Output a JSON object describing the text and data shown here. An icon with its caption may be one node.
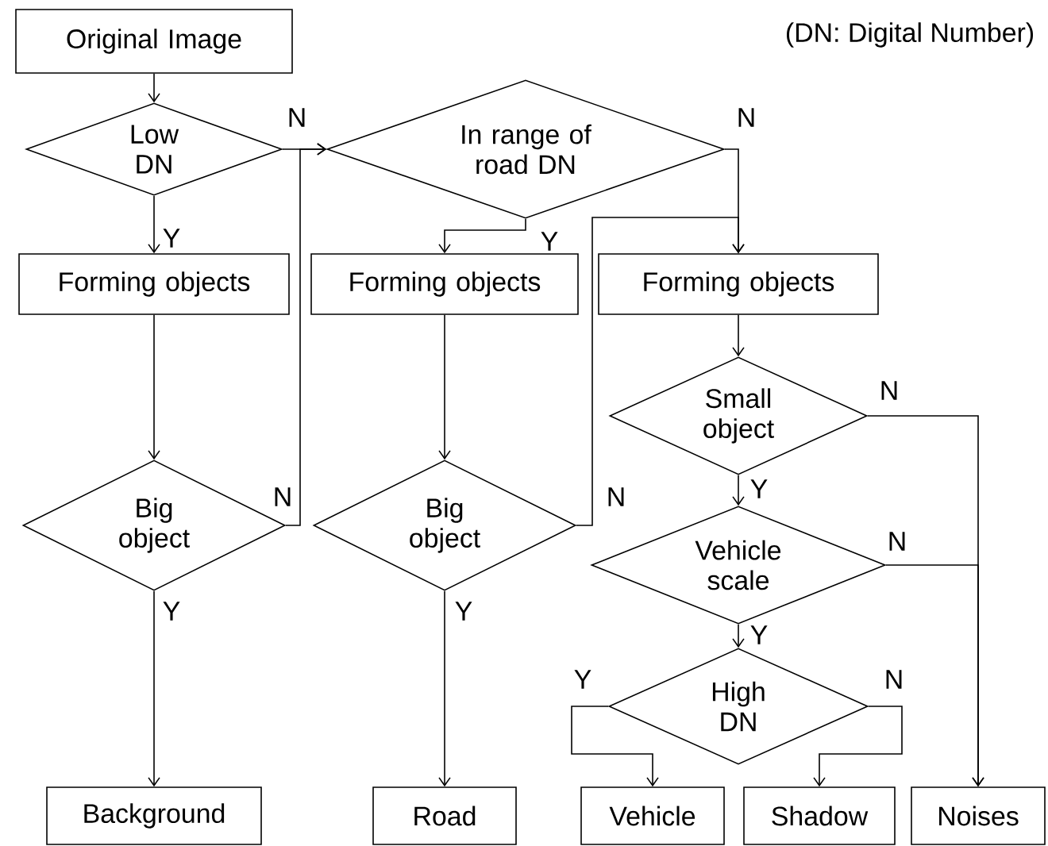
{
  "diagram": {
    "nodes": [
      {
        "text": [
          "Original Image"
        ]
      },
      {
        "text": [
          "Low DN"
        ]
      },
      {
        "text": [
          "In range of road DN"
        ]
      },
      {
        "text": [
          "Forming objects"
        ]
      },
      {
        "text": [
          "Forming objects"
        ]
      },
      {
        "text": [
          "Forming objects"
        ]
      },
      {
        "text": [
          "Big object"
        ]
      },
      {
        "text": [
          "Big object"
        ]
      },
      {
        "text": [
          "Small object"
        ]
      },
      {
        "text": [
          "Vehicle scale"
        ]
      },
      {
        "text": [
          "High DN"
        ]
      },
      {
        "text": [
          "Background"
        ]
      },
      {
        "text": [
          "Road"
        ]
      },
      {
        "text": [
          "Vehicle"
        ]
      },
      {
        "text": [
          "Shadow"
        ]
      },
      {
        "text": [
          "Noises"
        ]
      }
    ],
    "edges": [
      {
        "from": 0,
        "to": 1,
        "arrow": "to"
      },
      {
        "from": 1,
        "to": 3,
        "arrow": "to",
        "label": "Y"
      },
      {
        "from": 1,
        "to": 2,
        "arrow": "to",
        "label": "N"
      },
      {
        "from": 6,
        "to": 2,
        "arrow": "to",
        "label": "N"
      },
      {
        "from": 2,
        "to": 4,
        "arrow": "to",
        "label": "Y"
      },
      {
        "from": 2,
        "to": 5,
        "arrow": "to",
        "label": "N"
      },
      {
        "from": 7,
        "to": 5,
        "arrow": "to",
        "label": "N"
      },
      {
        "from": 3,
        "to": 6,
        "arrow": "to"
      },
      {
        "from": 4,
        "to": 7,
        "arrow": "to"
      },
      {
        "from": 5,
        "to": 8,
        "arrow": "to"
      },
      {
        "from": 6,
        "to": 11,
        "arrow": "to",
        "label": "Y"
      },
      {
        "from": 7,
        "to": 12,
        "arrow": "to",
        "label": "Y"
      },
      {
        "from": 8,
        "to": 9,
        "arrow": "to",
        "label": "Y"
      },
      {
        "from": 9,
        "to": 10,
        "arrow": "to",
        "label": "Y"
      },
      {
        "from": 8,
        "to": 15,
        "arrow": "to",
        "label": "N"
      },
      {
        "from": 9,
        "to": 15,
        "arrow": "to",
        "label": "N"
      },
      {
        "from": 10,
        "to": 13,
        "arrow": "to",
        "label": "Y"
      },
      {
        "from": 10,
        "to": 14,
        "arrow": "to",
        "label": "N"
      }
    ],
    "labels": [
      "(DN: Digital Number)"
    ]
  }
}
